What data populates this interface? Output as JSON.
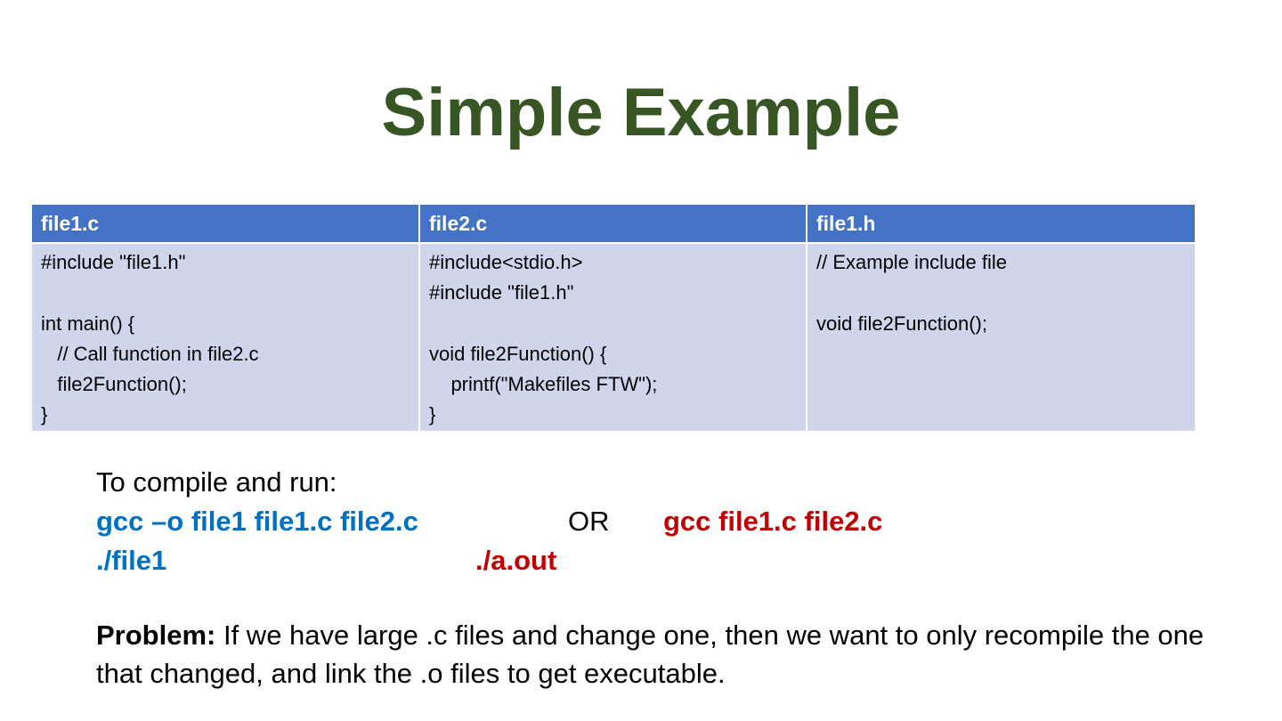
{
  "title": "Simple Example",
  "table": {
    "columns": [
      {
        "header": "file1.c",
        "lines": [
          "#include \"file1.h\"",
          "",
          "int main() {",
          "   // Call function in file2.c",
          "   file2Function();",
          "}"
        ]
      },
      {
        "header": "file2.c",
        "lines": [
          "#include<stdio.h>",
          "#include \"file1.h\"",
          "",
          "void file2Function() {",
          "    printf(\"Makefiles FTW\");",
          "}"
        ]
      },
      {
        "header": "file1.h",
        "lines": [
          "// Example include file",
          "",
          "void file2Function();"
        ]
      }
    ]
  },
  "compile": {
    "heading": "To compile and run:",
    "option1": {
      "command": "gcc –o file1 file1.c file2.c",
      "run": "./file1",
      "color": "#0070c0"
    },
    "or_label": "OR",
    "option2": {
      "command": "gcc file1.c file2.c",
      "run": "./a.out",
      "color": "#c00000"
    }
  },
  "problem": {
    "label": "Problem:",
    "text": " If we have large .c files and change one, then we want to only recompile the one that changed, and link the .o files to get executable."
  },
  "colors": {
    "title": "#375623",
    "table_header": "#4472c4",
    "table_body": "#cfd5ea"
  }
}
